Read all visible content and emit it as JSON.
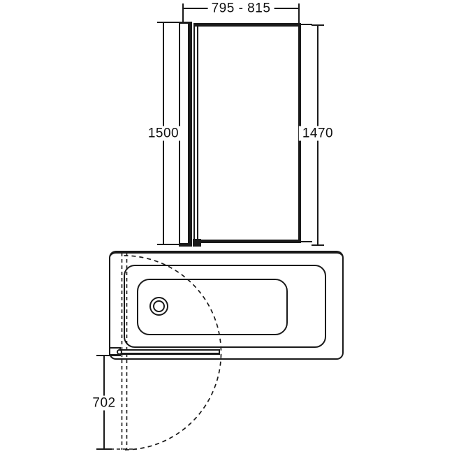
{
  "drawing": {
    "background_color": "#ffffff",
    "line_color": "#1a1a1a",
    "dimensions": {
      "top_width": {
        "label": "795 - 815"
      },
      "left_height": {
        "label": "1500"
      },
      "right_height": {
        "label": "1470"
      },
      "bottom_swing": {
        "label": "702"
      }
    }
  }
}
